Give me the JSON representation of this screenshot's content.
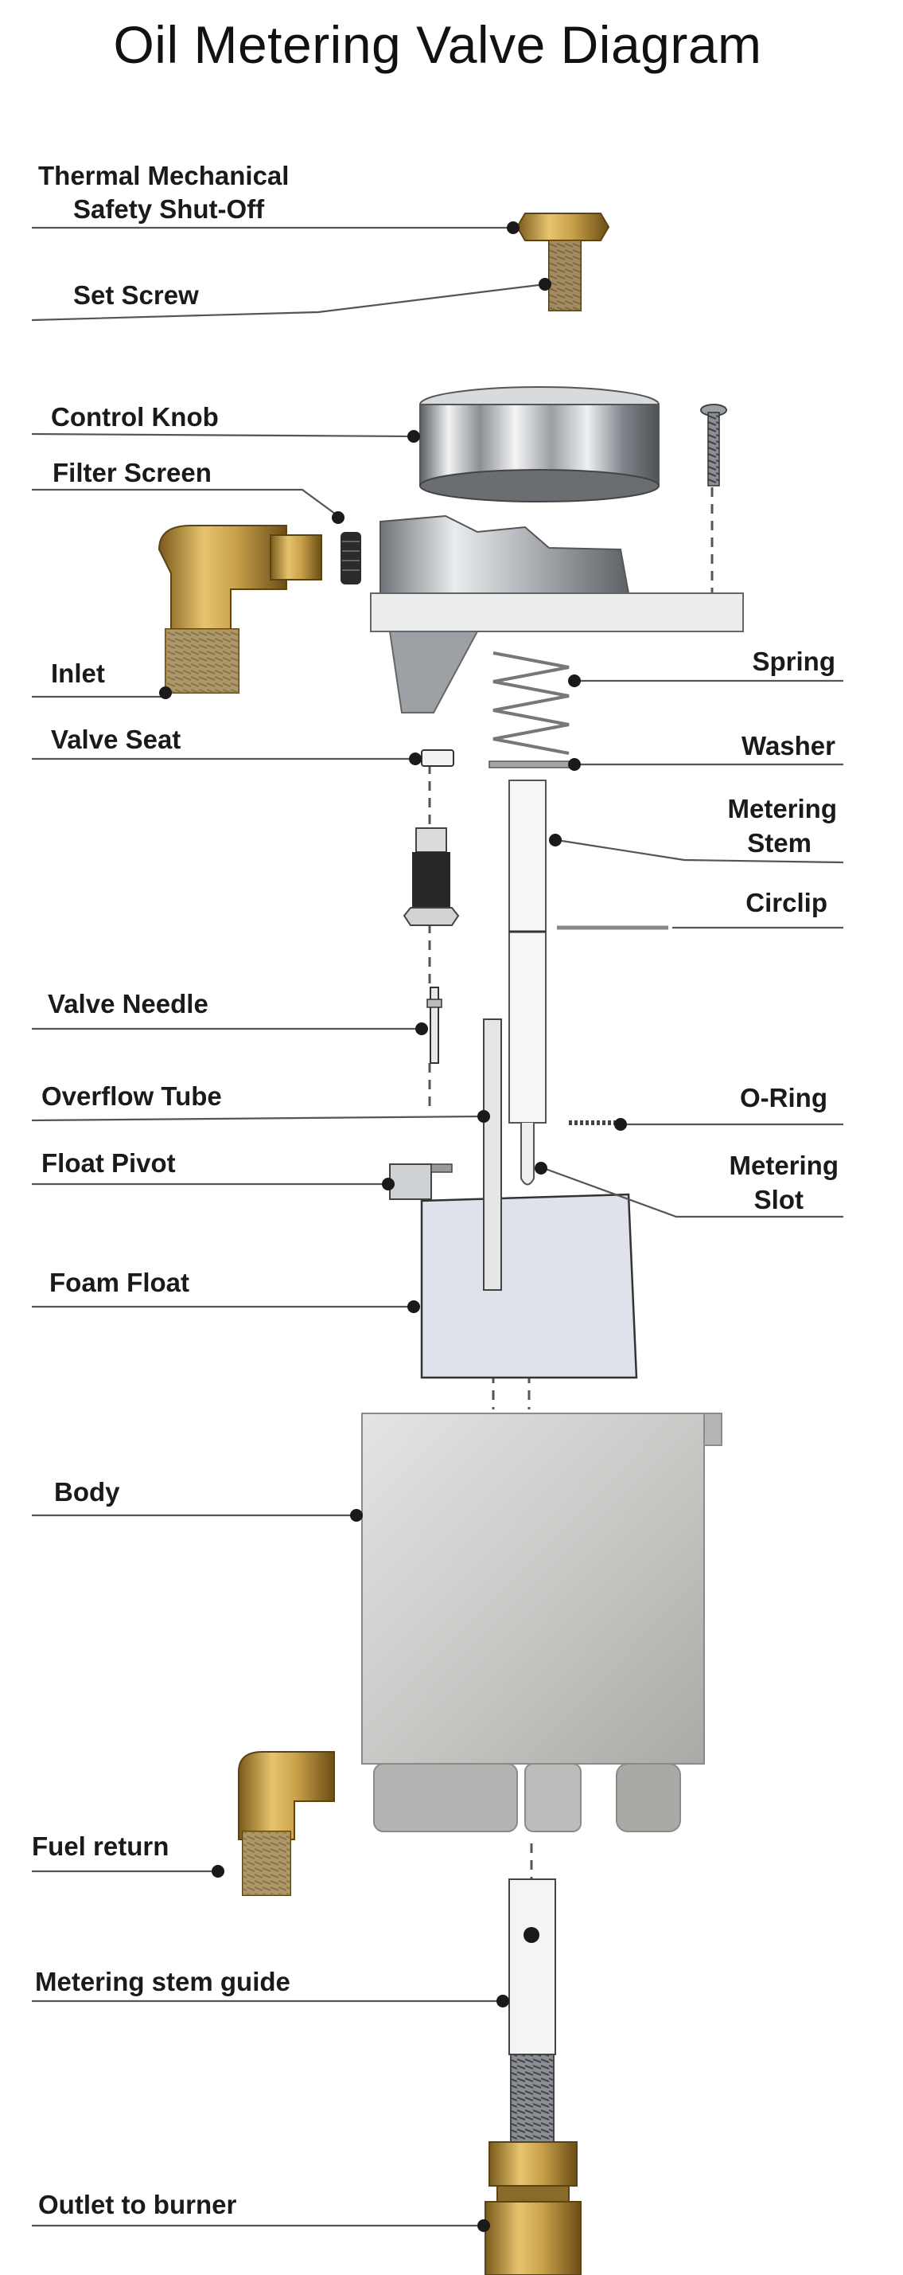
{
  "title": "Oil Metering Valve Diagram",
  "labels": {
    "thermal_shutoff": [
      "Thermal Mechanical",
      "Safety Shut-Off"
    ],
    "set_screw": "Set Screw",
    "control_knob": "Control Knob",
    "filter_screen": "Filter Screen",
    "inlet": "Inlet",
    "spring": "Spring",
    "valve_seat": "Valve Seat",
    "washer": "Washer",
    "metering_stem": [
      "Metering",
      "Stem"
    ],
    "circlip": "Circlip",
    "valve_needle": "Valve Needle",
    "overflow_tube": "Overflow Tube",
    "o_ring": "O-Ring",
    "float_pivot": "Float Pivot",
    "metering_slot": [
      "Metering",
      "Slot"
    ],
    "foam_float": "Foam Float",
    "body": "Body",
    "fuel_return": "Fuel return",
    "metering_stem_guide": "Metering stem guide",
    "outlet_to_burner": "Outlet to burner"
  },
  "colors": {
    "brass": "#c9a14a",
    "steel": "#b8bcc0",
    "float": "#dfe2ea",
    "leader": "#555555"
  }
}
